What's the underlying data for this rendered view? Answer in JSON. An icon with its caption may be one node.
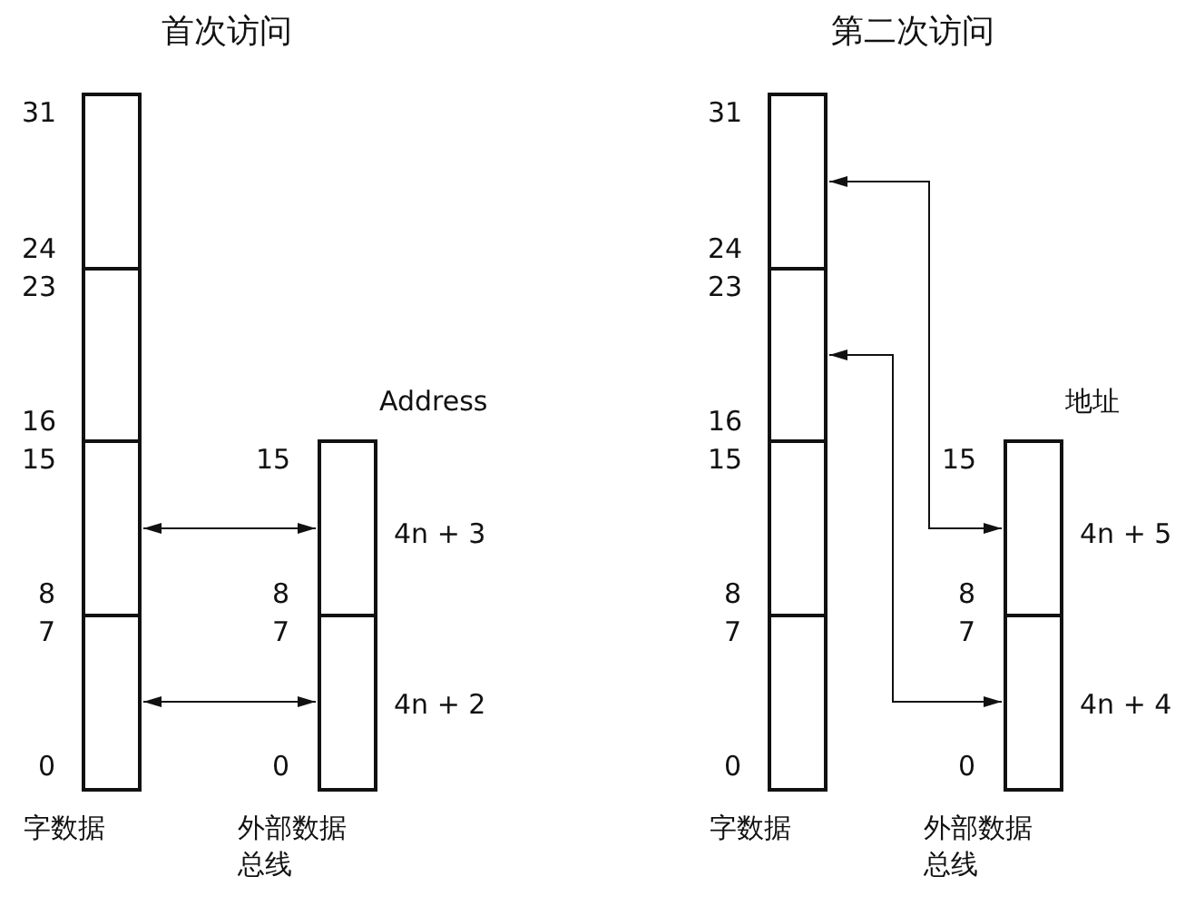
{
  "diagram": {
    "nodes": [
      {
        "text": [],
        "shape": "box"
      },
      {
        "text": [],
        "shape": "box"
      },
      {
        "text": [],
        "shape": "box"
      },
      {
        "text": [],
        "shape": "box"
      },
      {
        "text": [],
        "shape": "box"
      },
      {
        "text": [],
        "shape": "box"
      },
      {
        "text": [],
        "shape": "box"
      },
      {
        "text": [],
        "shape": "box"
      },
      {
        "text": [],
        "shape": "box"
      },
      {
        "text": [],
        "shape": "box"
      },
      {
        "text": [],
        "shape": "box"
      },
      {
        "text": [],
        "shape": "box"
      }
    ],
    "edges": [
      {
        "from": 2,
        "to": 4,
        "arrow": "both"
      },
      {
        "from": 3,
        "to": 5,
        "arrow": "both"
      },
      {
        "from": 6,
        "to": 10,
        "arrow": "both"
      },
      {
        "from": 7,
        "to": 11,
        "arrow": "both"
      }
    ],
    "labels": [
      "首次访问",
      "31",
      "24",
      "23",
      "16",
      "15",
      "Address",
      "15",
      "4n + 3",
      "8",
      "8",
      "7",
      "7",
      "4n + 2",
      "0",
      "0",
      "字数据",
      "外部数据总线",
      "第二次访问",
      "31",
      "24",
      "23",
      "16",
      "15",
      "地址",
      "15",
      "4n + 5",
      "8",
      "8",
      "7",
      "7",
      "4n + 4",
      "0",
      "0",
      "字数据",
      "外部数据总线"
    ]
  }
}
